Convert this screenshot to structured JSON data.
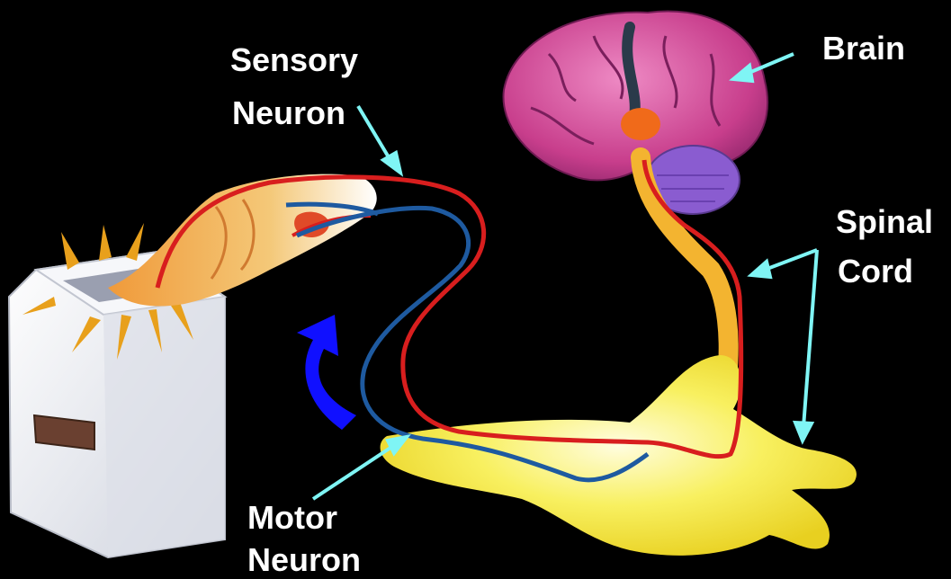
{
  "labels": {
    "sensory_line1": "Sensory",
    "sensory_line2": "Neuron",
    "brain": "Brain",
    "spinal_line1": "Spinal",
    "spinal_line2": "Cord",
    "motor_line1": "Motor",
    "motor_line2": "Neuron"
  },
  "colors": {
    "background": "#000000",
    "label_text": "#ffffff",
    "pointer_arrow": "#7ff5f5",
    "sensory_path": "#d81e1e",
    "motor_path": "#1e5aa0",
    "direction_arrow": "#1010ff",
    "brain": "#d24a9a",
    "spinal_cord": "#f3b430",
    "hand": "#f6ea3a",
    "toaster": "#eef0f4",
    "heat": "#e8a01c"
  },
  "icons": [
    "toaster",
    "fingertip",
    "brain",
    "spinal-cord",
    "hand",
    "direction-arrow"
  ]
}
